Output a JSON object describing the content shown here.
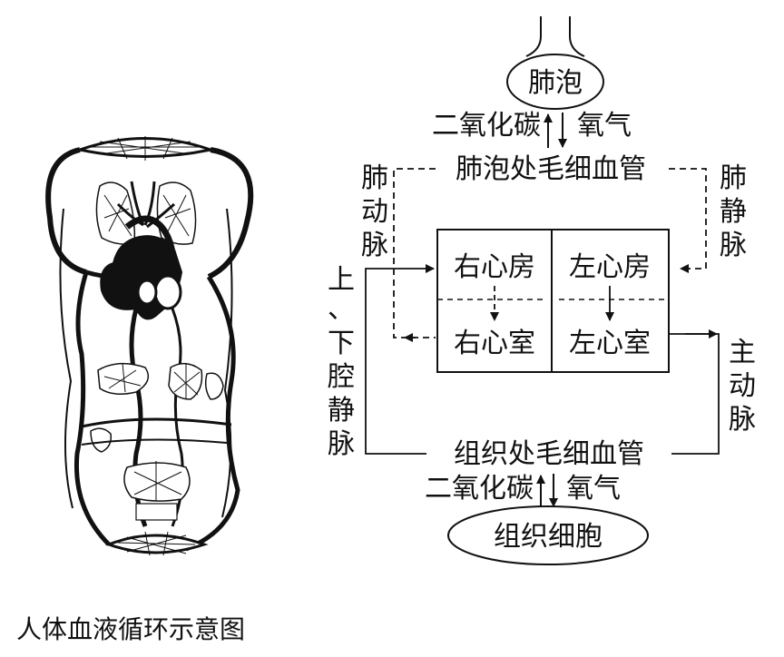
{
  "caption": "人体血液循环示意图",
  "alveolus": "肺泡",
  "tissue_cell": "组织细胞",
  "lung_capillary": "肺泡处毛细血管",
  "tissue_capillary": "组织处毛细血管",
  "gas_top": {
    "co2": "二氧化碳",
    "o2": "氧气"
  },
  "gas_bottom": {
    "co2": "二氧化碳",
    "o2": "氧气"
  },
  "heart": {
    "right_atrium": "右心房",
    "left_atrium": "左心房",
    "right_ventricle": "右心室",
    "left_ventricle": "左心室"
  },
  "vessels": {
    "pulmonary_artery": [
      "肺",
      "动",
      "脉"
    ],
    "pulmonary_vein": [
      "肺",
      "静",
      "脉"
    ],
    "vena_cava": [
      "上",
      "、",
      "下",
      "腔",
      "静",
      "脉"
    ],
    "aorta": [
      "主",
      "动",
      "脉"
    ]
  }
}
